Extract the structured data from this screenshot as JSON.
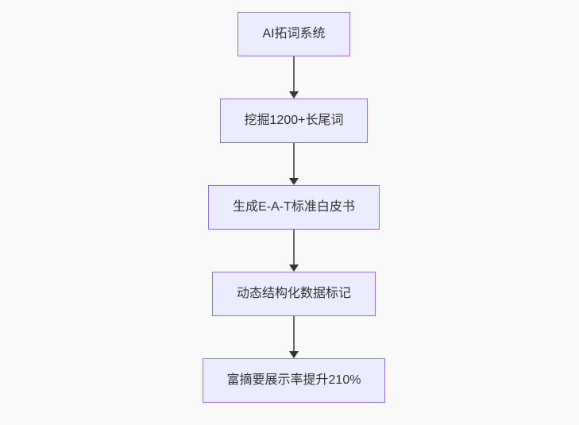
{
  "diagram": {
    "type": "flowchart-top-down",
    "colors": {
      "background": "#f9f9f9",
      "node_fill": "#ECECFF",
      "node_border": "#9370DB",
      "text": "#333333",
      "arrow": "#333333"
    },
    "nodes": [
      {
        "id": "n1",
        "label": "AI拓词系统"
      },
      {
        "id": "n2",
        "label": "挖掘1200+长尾词"
      },
      {
        "id": "n3",
        "label": "生成E-A-T标准白皮书"
      },
      {
        "id": "n4",
        "label": "动态结构化数据标记"
      },
      {
        "id": "n5",
        "label": "富摘要展示率提升210%"
      }
    ],
    "edges": [
      {
        "from": "n1",
        "to": "n2"
      },
      {
        "from": "n2",
        "to": "n3"
      },
      {
        "from": "n3",
        "to": "n4"
      },
      {
        "from": "n4",
        "to": "n5"
      }
    ]
  }
}
